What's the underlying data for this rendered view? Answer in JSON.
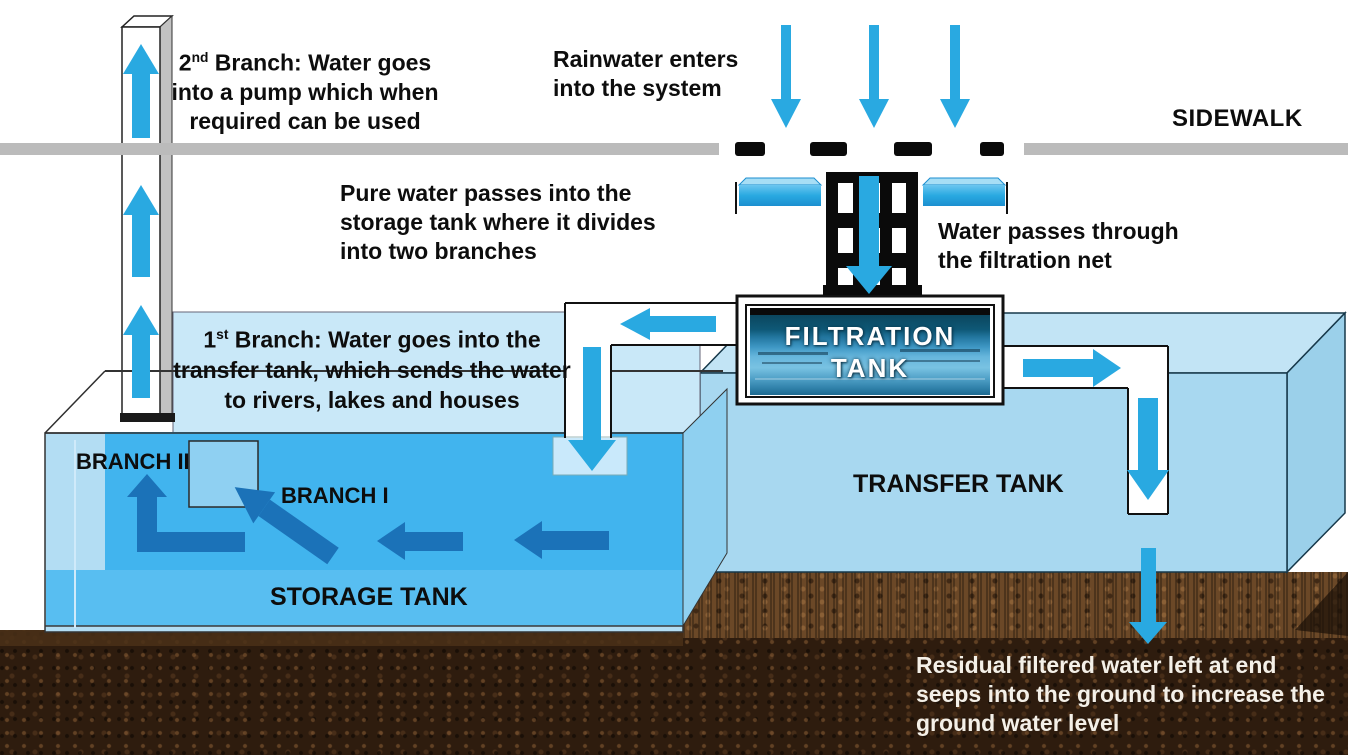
{
  "labels": {
    "branch2": {
      "num": "2",
      "sup": "nd",
      "rest": " Branch: Water goes into a pump which when required can be used"
    },
    "rainwater": "Rainwater enters into the system",
    "sidewalk": "SIDEWALK",
    "pure_water": "Pure water passes into the storage tank where it divides into two branches",
    "filtration_net": "Water passes through the filtration net",
    "filtration_tank": {
      "line1": "FILTRATION",
      "line2": "TANK"
    },
    "branch1": {
      "num": "1",
      "sup": "st",
      "rest": " Branch: Water goes into the transfer tank, which sends the water to rivers, lakes and houses"
    },
    "branch_ii": "BRANCH II",
    "branch_i": "BRANCH I",
    "transfer_tank": "TRANSFER TANK",
    "storage_tank": "STORAGE TANK",
    "residual": "Residual filtered water left at end seeps into the ground to increase the ground water level"
  },
  "colors": {
    "flow_arrow_light": "#29A9E1",
    "flow_arrow_dark": "#1B72B8",
    "sidewalk_gray": "#BBBBBB",
    "grate_black": "#0A0A0A",
    "tank_water": "#41B4EE",
    "tank_shell": "#B3DDF3",
    "storage_panel": "#C9E8F8",
    "transfer_tank_front": "#A8D8F0",
    "transfer_tank_top": "#C2E4F5",
    "transfer_tank_side": "#9BD0EA",
    "soil_dark": "#2E1C0E",
    "soil_light_band": "#6B4827"
  }
}
